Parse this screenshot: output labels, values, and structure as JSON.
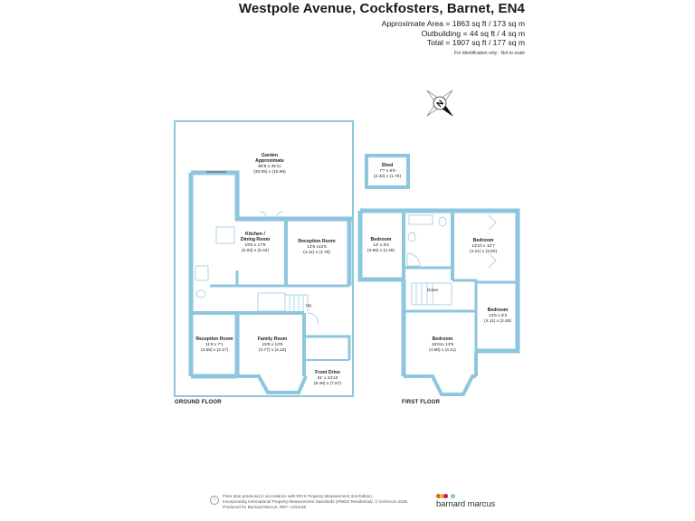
{
  "header": {
    "title": "Westpole Avenue, Cockfosters, Barnet, EN4",
    "areas": [
      "Approximate Area = 1863 sq ft / 173 sq m",
      "Outbuilding = 44 sq ft / 4 sq m",
      "Total = 1907 sq ft / 177 sq m"
    ],
    "disclaimer": "For identification only - Not to scale"
  },
  "compass": {
    "icon": "compass-north-icon",
    "letter": "N"
  },
  "colors": {
    "wall": "#8ec5df",
    "text": "#222222",
    "logo_dots": [
      "#e85a2a",
      "#f2b51c",
      "#c2185b",
      "#7cc6e6"
    ]
  },
  "ground_floor": {
    "label": "GROUND FLOOR",
    "rooms": [
      {
        "name": "Garden",
        "name2": "Approximate",
        "imperial": "65'9 x 35'11",
        "metric": "(20.05) x (10.95)"
      },
      {
        "name": "Kitchen /",
        "name2": "Dining Room",
        "imperial": "19'5 x 17'9",
        "metric": "(5.93) x (5.42)"
      },
      {
        "name": "Reception Room",
        "imperial": "13'6 x12'5",
        "metric": "(4.11) x (3.79)"
      },
      {
        "name": "Reception Room",
        "imperial": "11'8 x 7'1",
        "metric": "(3.56) x (2.17)"
      },
      {
        "name": "Family Room",
        "imperial": "15'8 x 13'5",
        "metric": "(4.77) x (4.10)"
      },
      {
        "name": "Front Drive",
        "imperial": "31' x 24'10",
        "metric": "(9.46) x (7.57)"
      }
    ],
    "stairs_label": "Up"
  },
  "outbuilding": {
    "rooms": [
      {
        "name": "Shed",
        "imperial": "7'7 x 5'9",
        "metric": "(2.32) x (1.76)"
      }
    ]
  },
  "first_floor": {
    "label": "FIRST FLOOR",
    "rooms": [
      {
        "name": "Bedroom",
        "imperial": "13' x 8'2",
        "metric": "(3.96) x (2.49)"
      },
      {
        "name": "Bedroom",
        "imperial": "13'10 x 12'7",
        "metric": "(4.21) x (3.83)"
      },
      {
        "name": "Bedroom",
        "imperial": "13'6 x 8'2",
        "metric": "(4.11) x (2.48)"
      },
      {
        "name": "Bedroom",
        "imperial": "16'01x 13'6",
        "metric": "(4.90) x (4.11)"
      }
    ],
    "stairs_label": "Down"
  },
  "footer": {
    "lines": [
      "Floor plan produced in accordance with RICS Property Measurement 2nd Edition,",
      "Incorporating International Property Measurement Standards (IPMS2 Residential).   © nichecom 2025.",
      "Produced for Barnard Marcus.   REF: 1331158"
    ],
    "brand": "barnard marcus"
  }
}
